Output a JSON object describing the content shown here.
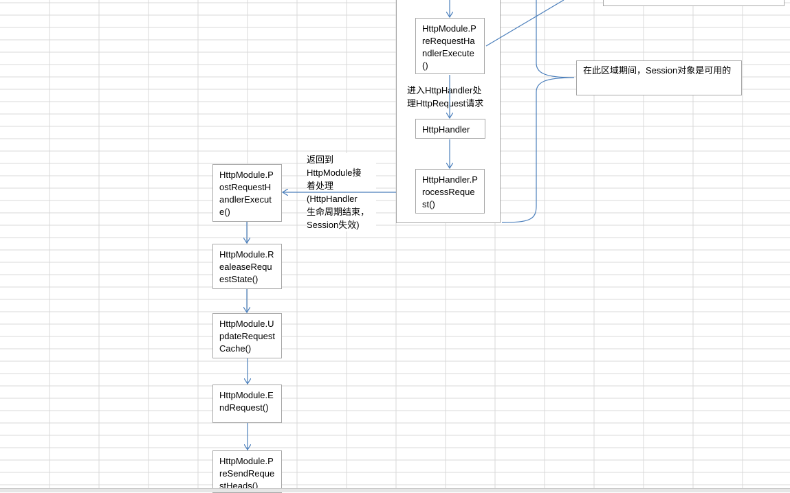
{
  "boxes": {
    "pre_request_handler_execute": "HttpModule.PreRequestHandlerExecute()",
    "http_handler": "HttpHandler",
    "handler_process_request": "HttpHandler.ProcessRequest()",
    "post_request_handler_execute": "HttpModule.PostRequestHandlerExecute()",
    "release_request_state": "HttpModule.RealeaseRequestState()",
    "update_request_cache": "HttpModule.UpdateRequestCache()",
    "end_request": "HttpModule.EndRequest()",
    "pre_send_request_heads": "HttpModule.PreSendRequestHeads()"
  },
  "notes": {
    "enter_handler_line1": "进入HttpHandler处",
    "enter_handler_line2": "理HttpRequest请求",
    "return_module_line1": "返回到",
    "return_module_line2": "HttpModule接",
    "return_module_line3": "着处理",
    "return_module_line4": "(HttpHandler",
    "return_module_line5": "生命周期结束，",
    "return_module_line6": "Session失效)",
    "session_available": "在此区域期间，Session对象是可用的"
  },
  "colors": {
    "connector": "#4a7ebb",
    "box_border": "#a6a6a6",
    "gridline": "#d9d9d9"
  }
}
